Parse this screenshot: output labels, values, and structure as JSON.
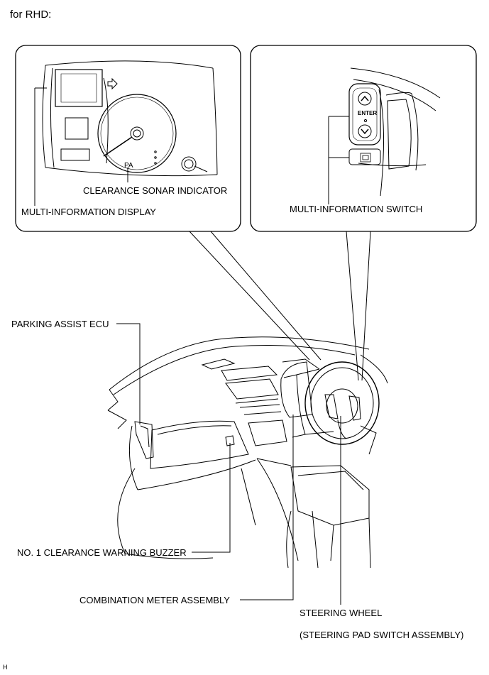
{
  "header": {
    "title": "for RHD:"
  },
  "callouts": {
    "clearance_sonar_indicator": "CLEARANCE SONAR INDICATOR",
    "multi_information_display": "MULTI-INFORMATION DISPLAY",
    "multi_information_switch": "MULTI-INFORMATION SWITCH",
    "parking_assist_ecu": "PARKING ASSIST ECU",
    "no1_clearance_warning_buzzer": "NO. 1 CLEARANCE WARNING BUZZER",
    "combination_meter_assembly": "COMBINATION METER ASSEMBLY",
    "steering_wheel": "STEERING WHEEL",
    "steering_pad_switch_assembly": "(STEERING PAD SWITCH ASSEMBLY)"
  },
  "switch_labels": {
    "enter": "ENTER",
    "pa": "PA"
  },
  "footer": {
    "code": "H"
  },
  "icons": [
    "arrow-right-icon",
    "chevron-up-icon",
    "chevron-down-icon",
    "display-mode-icon"
  ]
}
